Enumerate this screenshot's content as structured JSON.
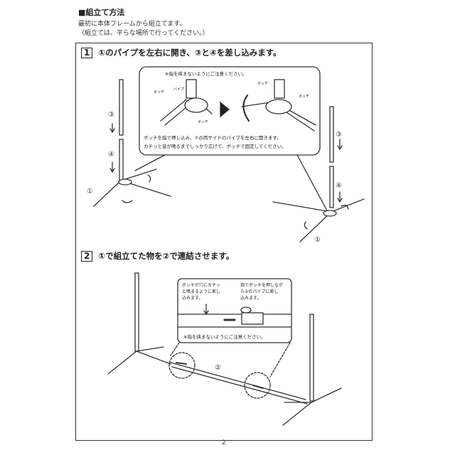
{
  "doc": {
    "heading": "■組立て方法",
    "intro_line1": "最初に本体フレームから組立てます。",
    "intro_line2": "（組立ては、平らな場所で行ってください。）"
  },
  "step1": {
    "num": "1",
    "title": "①のパイプを左右に開き、③と④を差し込みます。",
    "caution": "※指を挟まないようにご注意ください。",
    "instruction_line1": "ボッチを指で押し込み、①の両サイドのパイプを左右に開きます。",
    "instruction_line2": "カチっと音が鳴るまでしっかり広げて、ボッチで固定してください。",
    "label_botchi": "ボッチ",
    "label_pipe": "バイプ",
    "label_3": "③",
    "label_4": "④",
    "label_1": "①"
  },
  "step2": {
    "num": "2",
    "title": "①で組立てた物を②で連結させます。",
    "note_left": "ボッチが穴にカチッと鳴まるように差し込みます。",
    "note_left_line1": "ボッチが穴にカチッ",
    "note_left_line2": "と鳴まるように差し",
    "note_left_line3": "込みます。",
    "note_right_line1": "指でボッチを押しなが",
    "note_right_line2": "ら②のパイプに差し",
    "note_right_line3": "込みます。",
    "caution": "※指を挟まないようにご注意ください。",
    "label_2": "②"
  },
  "page_number": "2"
}
